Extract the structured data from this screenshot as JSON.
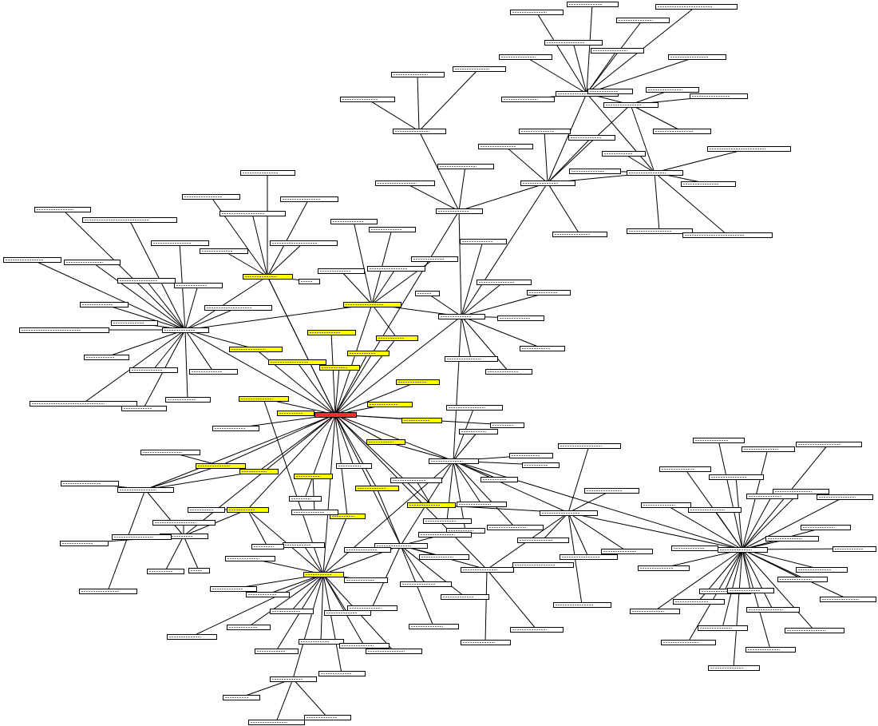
{
  "colors": {
    "focus": "#e8322c",
    "highlight": "#ffff00",
    "default": "#ffffff",
    "edge": "#000000",
    "outline": "#000000"
  },
  "node_styles": {
    "C": "focus",
    "a1": "highlight",
    "a2": "highlight",
    "a3": "highlight",
    "a4": "highlight",
    "a5": "highlight",
    "a6": "highlight",
    "a7": "highlight",
    "a8": "highlight",
    "a9": "highlight",
    "a10": "highlight",
    "a11": "highlight",
    "a12": "highlight",
    "a13": "highlight",
    "a14": "highlight",
    "a15": "highlight",
    "a16": "highlight",
    "a17": "highlight",
    "a18": "highlight",
    "a19": "highlight",
    "a20": "highlight",
    "a21": "highlight",
    "a22": "highlight"
  },
  "labels_legible": false
}
